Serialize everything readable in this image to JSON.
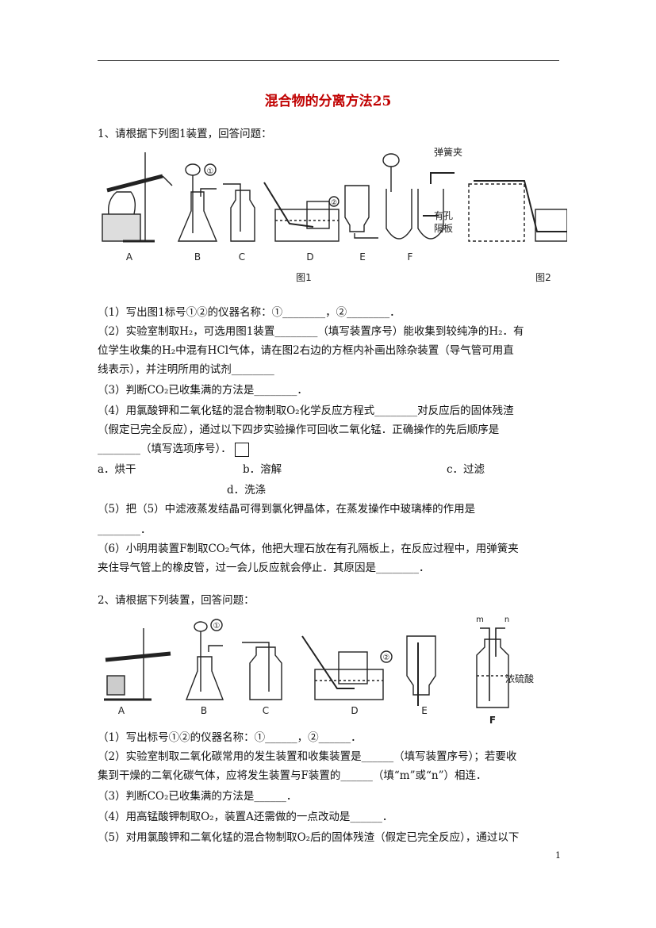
{
  "title": "混合物的分离方法25",
  "q1": {
    "intro": "1、请根据下列图1装置，回答问题：",
    "fig_labels": [
      "A",
      "B",
      "C",
      "D",
      "E",
      "F"
    ],
    "fig_names": [
      "图1",
      "图2"
    ],
    "callouts": [
      "①",
      "②",
      "弹簧夹",
      "有孔",
      "隔板"
    ],
    "lines": [
      "（1）写出图1标号①②的仪器名称：①________，②________．",
      "（2）实验室制取H₂，可选用图1装置________（填写装置序号）能收集到较纯净的H₂．有",
      "位学生收集的H₂中混有HCl气体，请在图2右边的方框内补画出除杂装置（导气管可用直",
      "线表示），并注明所用的试剂________",
      "（3）判断CO₂已收集满的方法是________．",
      "（4）用氯酸钾和二氧化锰的混合物制取O₂化学反应方程式________对反应后的固体残渣",
      "（假定已完全反应），通过以下四步实验操作可回收二氧化锰．正确操作的先后顺序是",
      "________（填写选项序号）．"
    ],
    "options": [
      "a．烘干",
      "b．溶解",
      "c．过滤",
      "d．洗涤"
    ],
    "lines2": [
      "（5）把（5）中滤液蒸发结晶可得到氯化钾晶体，在蒸发操作中玻璃棒的作用是",
      "________．",
      "（6）小明用装置F制取CO₂气体，他把大理石放在有孔隔板上，在反应过程中，用弹簧夹",
      "夹住导气管上的橡皮管，过一会儿反应就会停止．其原因是________．"
    ]
  },
  "q2": {
    "intro": "2、请根据下列装置，回答问题：",
    "fig_labels": [
      "A",
      "B",
      "C",
      "D",
      "E",
      "F"
    ],
    "callouts": [
      "①",
      "②",
      "m",
      "n",
      "浓硫酸"
    ],
    "lines": [
      "（1）写出标号①②的仪器名称：①______，②______．",
      "（2）实验室制取二氧化碳常用的发生装置和收集装置是______（填写装置序号）；若要收",
      "集到干燥的二氧化碳气体，应将发生装置与F装置的______（填“m”或“n”）相连．",
      "（3）判断CO₂已收集满的方法是______．",
      "（4）用高锰酸钾制取O₂，装置A还需做的一点改动是______．",
      "（5）对用氯酸钾和二氧化锰的混合物制取O₂后的固体残渣（假定已完全反应），通过以下"
    ]
  },
  "page_number": "1"
}
